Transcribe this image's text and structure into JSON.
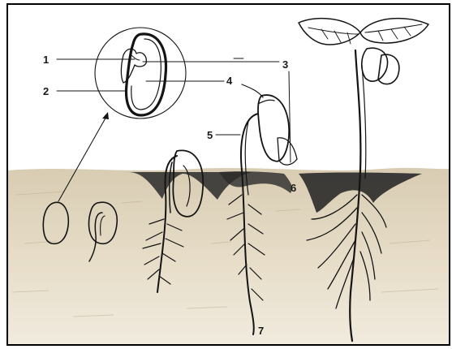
{
  "figure": {
    "labels": [
      {
        "id": "1",
        "text": "1"
      },
      {
        "id": "2",
        "text": "2"
      },
      {
        "id": "3",
        "text": "3"
      },
      {
        "id": "4",
        "text": "4"
      },
      {
        "id": "5",
        "text": "5"
      },
      {
        "id": "6",
        "text": "6"
      },
      {
        "id": "7",
        "text": "7"
      }
    ],
    "colors": {
      "soil_light": "#e4d9c3",
      "soil_dark": "#2a2a2a",
      "ink": "#141414",
      "frame": "#000000",
      "background": "#ffffff"
    }
  }
}
